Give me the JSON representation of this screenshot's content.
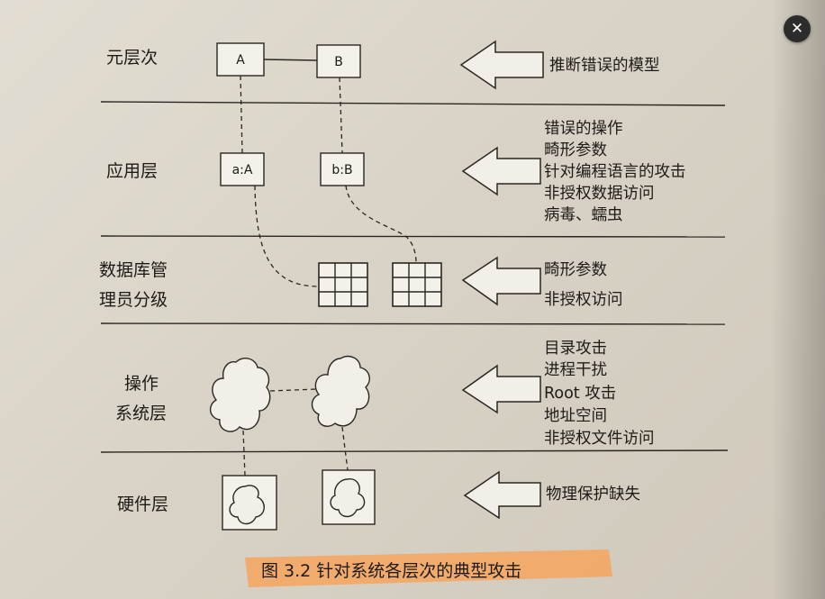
{
  "close_button": {
    "glyph": "✕"
  },
  "layers": [
    {
      "id": "meta",
      "name_lines": [
        "元层次"
      ],
      "attacks": [
        "推断错误的模型"
      ]
    },
    {
      "id": "app",
      "name_lines": [
        "应用层"
      ],
      "attacks": [
        "错误的操作",
        "畸形参数",
        "针对编程语言的攻击",
        "非授权数据访问",
        "病毒、蠕虫"
      ]
    },
    {
      "id": "dba",
      "name_lines": [
        "数据库管",
        "理员分级"
      ],
      "attacks": [
        "畸形参数",
        "非授权访问"
      ]
    },
    {
      "id": "os",
      "name_lines": [
        "操作",
        "系统层"
      ],
      "attacks": [
        "目录攻击",
        "进程干扰",
        "Root 攻击",
        "地址空间",
        "非授权文件访问"
      ]
    },
    {
      "id": "hw",
      "name_lines": [
        "硬件层"
      ],
      "attacks": [
        "物理保护缺失"
      ]
    }
  ],
  "meta_boxes": [
    "A",
    "B"
  ],
  "app_boxes": [
    "a:A",
    "b:B"
  ],
  "caption": "图 3.2   针对系统各层次的典型攻击"
}
